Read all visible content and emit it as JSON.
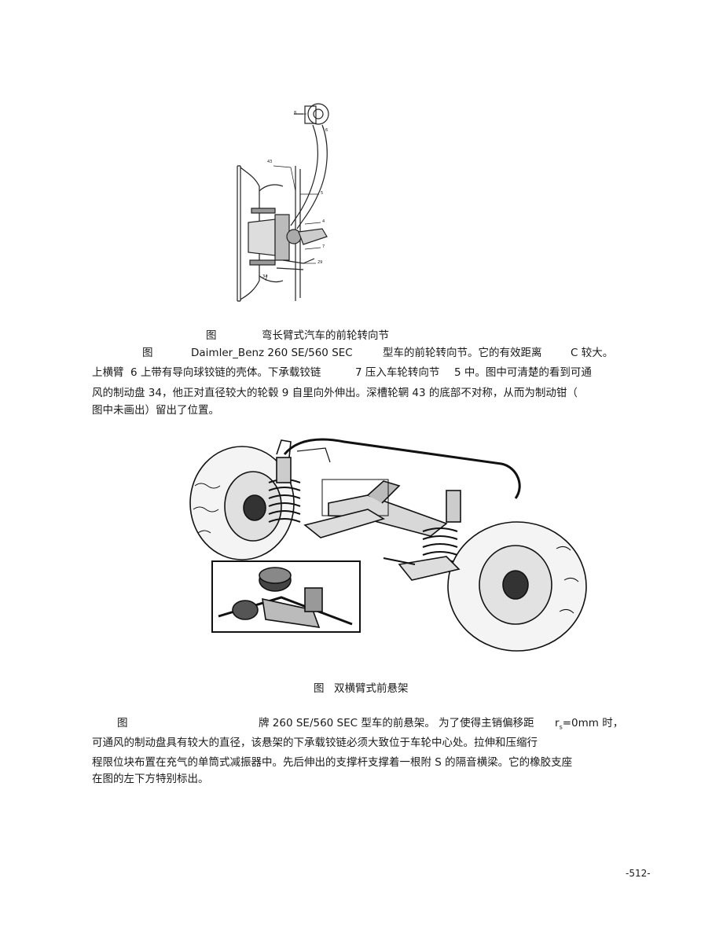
{
  "figure1": {
    "caption_fig": "图",
    "caption_title": "弯长臂式汽车的前轮转向节",
    "callouts": [
      "8",
      "6",
      "43",
      "5",
      "4",
      "7",
      "29",
      "34"
    ]
  },
  "para1": {
    "seg_fig": "图",
    "seg_model": "Daimler_Benz 260 SE/560 SEC",
    "seg_a": "型车的前轮转向节。它的有效距离",
    "seg_c": "C 较大。",
    "l2_a": "上横臂",
    "l2_b": "6 上带有导向球铰链的壳体。下承载铰链",
    "l2_c": "7 压入车轮转向节",
    "l2_d": "5 中。图中可清楚的看到可通",
    "l3": "风的制动盘 34，他正对直径较大的轮毂 9 自里向外伸出。深槽轮辋 43 的底部不对称，从而为制动钳（",
    "l4": "图中未画出）留出了位置。"
  },
  "figure2": {
    "caption_fig": "图",
    "caption_title": "双横臂式前悬架"
  },
  "para2": {
    "l1_a": "图",
    "l1_b": "牌  260 SE/560 SEC 型车的前悬架。 为了使得主销偏移距",
    "l1_c": "r",
    "l1_sub": "s",
    "l1_d": "=0mm 时，",
    "l2": "可通风的制动盘具有较大的直径，该悬架的下承载铰链必须大致位于车轮中心处。拉伸和压缩行",
    "l3": "程限位块布置在充气的单筒式减振器中。先后伸出的支撑杆支撑着一根附 S 的隔音横梁。它的橡胶支座",
    "l4": "在图的左下方特别标出。"
  },
  "page_number": "-512-"
}
